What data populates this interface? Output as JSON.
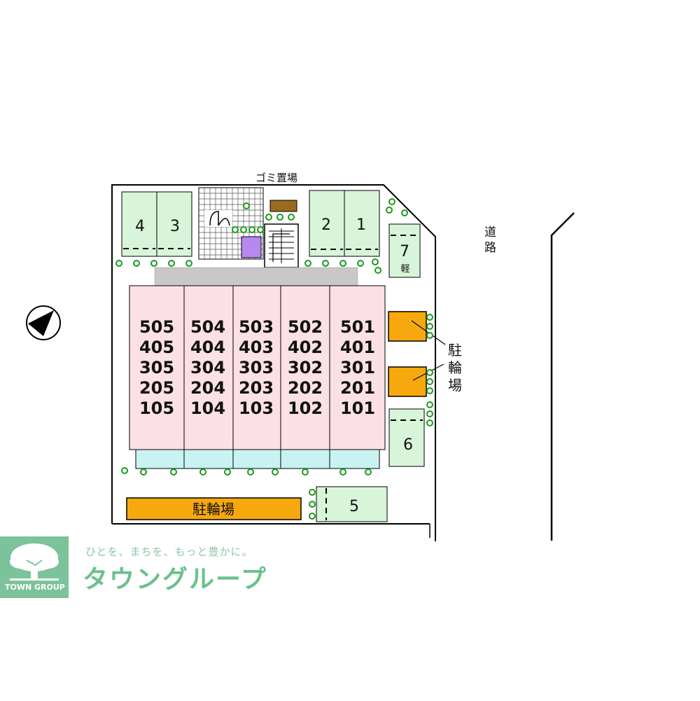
{
  "garbage_area": "ゴミ置場",
  "road": [
    "道",
    "路"
  ],
  "bicycle_parking_vertical": [
    "駐",
    "輪",
    "場"
  ],
  "bicycle_parking_horizontal": "駐輪場",
  "kei_label": "軽",
  "parking_spaces": [
    "1",
    "2",
    "3",
    "4",
    "5",
    "6",
    "7"
  ],
  "units": [
    [
      "505",
      "405",
      "305",
      "205",
      "105"
    ],
    [
      "504",
      "404",
      "304",
      "204",
      "104"
    ],
    [
      "503",
      "403",
      "303",
      "203",
      "103"
    ],
    [
      "502",
      "402",
      "302",
      "202",
      "102"
    ],
    [
      "501",
      "401",
      "301",
      "201",
      "101"
    ]
  ],
  "brand": {
    "name": "TOWN GROUP",
    "tagline": "ひとを、まちを、もっと豊かに。",
    "title": "タウングループ"
  },
  "colors": {
    "unit_fill": "#fbe1e6",
    "balcony_fill": "#c9f3f3",
    "parking_fill": "#d9f5d9",
    "bike_fill": "#f7a80f",
    "garbage_fill": "#9a6a1e",
    "purple_box": "#b689f0",
    "corridor": "#c8c8c8",
    "brand_green": "#7cc29a"
  },
  "icons": [
    "north-arrow-icon",
    "tree-icon"
  ]
}
